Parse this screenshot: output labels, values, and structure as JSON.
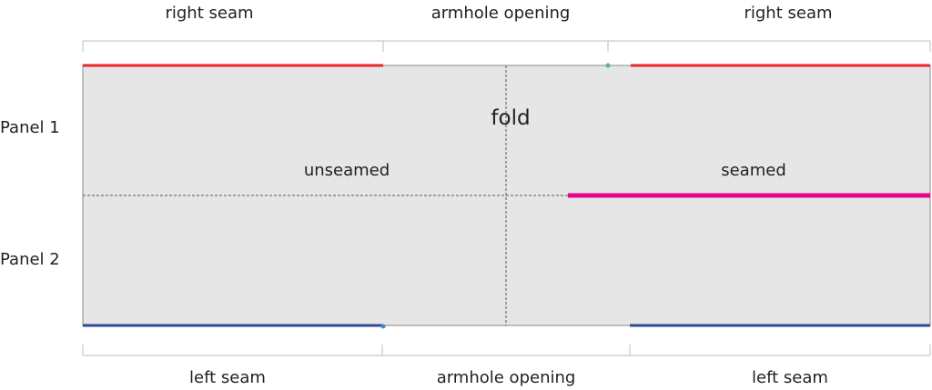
{
  "top_labels": {
    "left": "right seam",
    "middle": "armhole opening",
    "right": "right seam"
  },
  "bottom_labels": {
    "left": "left seam",
    "middle": "armhole opening",
    "right": "left seam"
  },
  "side_labels": {
    "panel1": "Panel 1",
    "panel2": "Panel 2"
  },
  "center_labels": {
    "fold": "fold",
    "unseamed": "unseamed",
    "seamed": "seamed"
  },
  "colors": {
    "panel_fill": "#e6e6e6",
    "panel_border": "#8a8a8a",
    "right_seam": "#e8262b",
    "left_seam": "#2e4a9a",
    "seamed": "#e5068c",
    "marker_top": "#5fb971",
    "marker_bottom": "#3b8fd0"
  }
}
